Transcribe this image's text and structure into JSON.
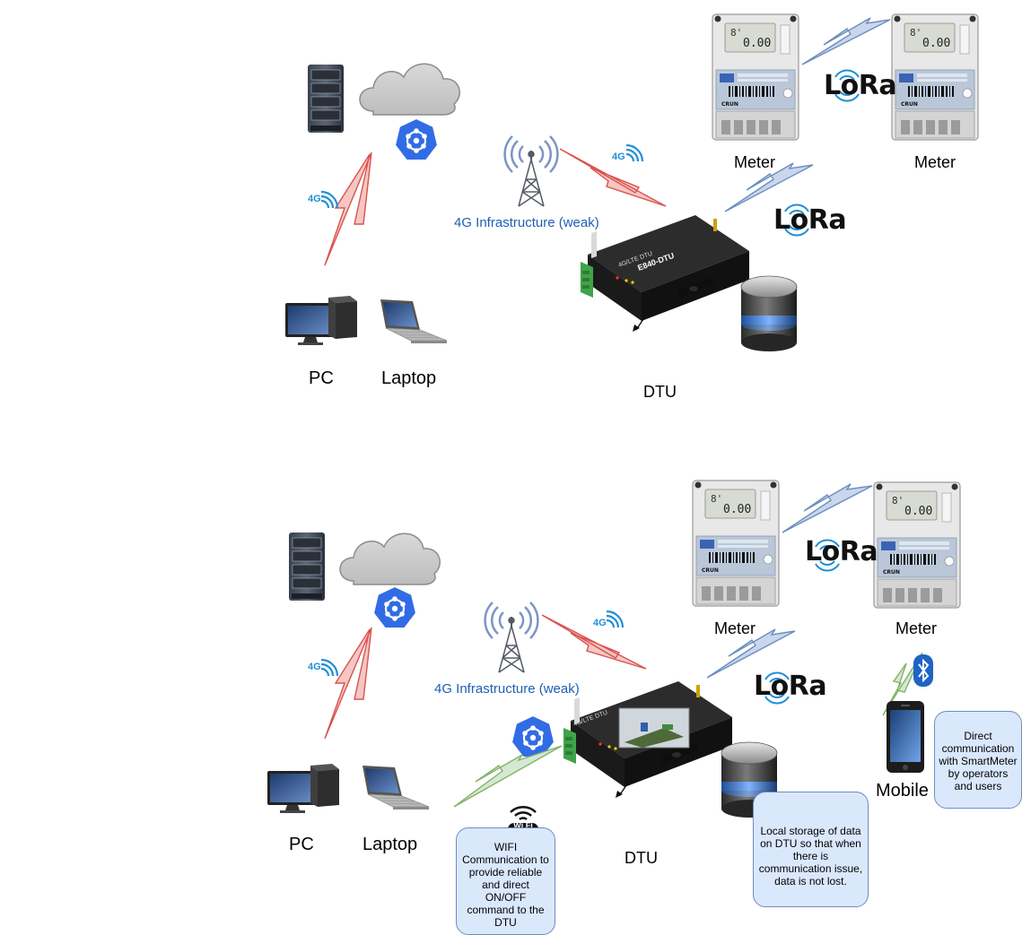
{
  "diagrams": [
    {
      "labels": {
        "meter_left": "Meter",
        "meter_right": "Meter",
        "lora_top": "LoRa",
        "lora_mid": "LoRa",
        "infrastructure": "4G Infrastructure (weak)",
        "pc": "PC",
        "laptop": "Laptop",
        "dtu": "DTU",
        "dtu_device_model": "E840-DTU",
        "dtu_device_header": "4G/LTE DTU",
        "badge_4g_cloud": "4G",
        "badge_4g_tower": "4G"
      }
    },
    {
      "labels": {
        "meter_left": "Meter",
        "meter_right": "Meter",
        "lora_top": "LoRa",
        "lora_mid": "LoRa",
        "infrastructure": "4G Infrastructure (weak)",
        "pc": "PC",
        "laptop": "Laptop",
        "dtu": "DTU",
        "mobile": "Mobile",
        "dtu_device_header": "4G/LTE DTU",
        "badge_4g_cloud": "4G",
        "badge_4g_tower": "4G",
        "wifi_badge": "Wi Fi"
      },
      "notes": {
        "wifi": "WIFI Communication to provide reliable and direct ON/OFF command to the DTU",
        "storage": "Local storage of data on DTU so that when there is communication issue, data is not lost.",
        "mobile": "Direct communication with SmartMeter by operators and users"
      }
    }
  ],
  "colors": {
    "link_4g": "#d9534f",
    "link_lora": "#6c8ebf",
    "link_wifi": "#82b366",
    "note_fill": "#dae8fc",
    "note_border": "#6c8ebf",
    "infra_text": "#1f5fb4",
    "k8s_blue": "#326ce5"
  },
  "icons": [
    "server-icon",
    "cloud-icon",
    "kubernetes-icon",
    "cell-tower-icon",
    "smart-meter-icon",
    "dtu-device-icon",
    "database-icon",
    "pc-icon",
    "laptop-icon",
    "mobile-phone-icon",
    "bluetooth-icon",
    "wifi-icon",
    "lora-signal-icon",
    "4g-signal-icon"
  ]
}
